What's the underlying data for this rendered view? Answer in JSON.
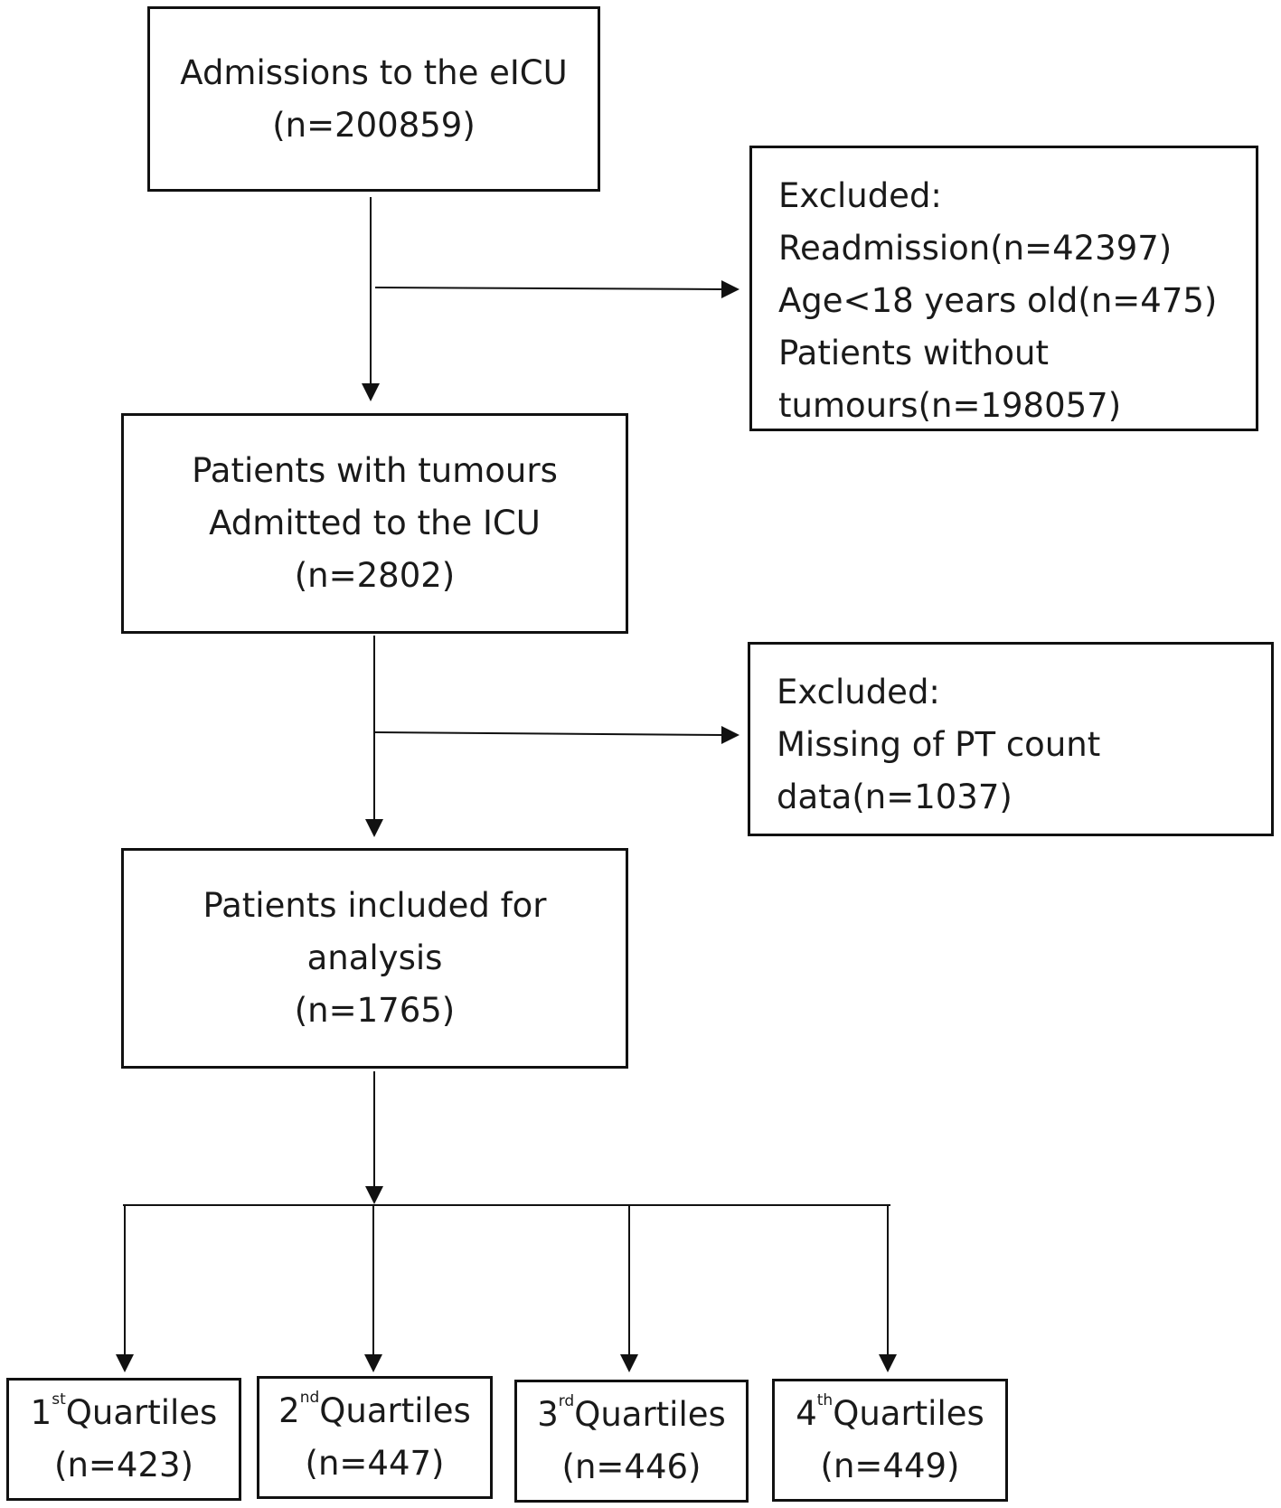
{
  "flowchart": {
    "admissions": {
      "title": "Admissions to the eICU",
      "count": "(n=200859)"
    },
    "excluded_1": {
      "heading": "Excluded:",
      "items": [
        "Readmission(n=42397)",
        "Age<18 years old(n=475)",
        "Patients without",
        "tumours(n=198057)"
      ]
    },
    "tumours": {
      "line1": "Patients with tumours",
      "line2": "Admitted to the ICU",
      "count": "(n=2802)"
    },
    "excluded_2": {
      "heading": "Excluded:",
      "items": [
        "Missing of PT count",
        "data(n=1037)"
      ]
    },
    "analysis": {
      "line1": "Patients included for",
      "line2": "analysis",
      "count": "(n=1765)"
    },
    "quartiles": [
      {
        "num": "1",
        "sup": "st",
        "label": "Quartiles",
        "count": "(n=423)"
      },
      {
        "num": "2",
        "sup": "nd",
        "label": "Quartiles",
        "count": "(n=447)"
      },
      {
        "num": "3",
        "sup": "rd",
        "label": "Quartiles",
        "count": "(n=446)"
      },
      {
        "num": "4",
        "sup": "th",
        "label": "Quartiles",
        "count": "(n=449)"
      }
    ]
  }
}
